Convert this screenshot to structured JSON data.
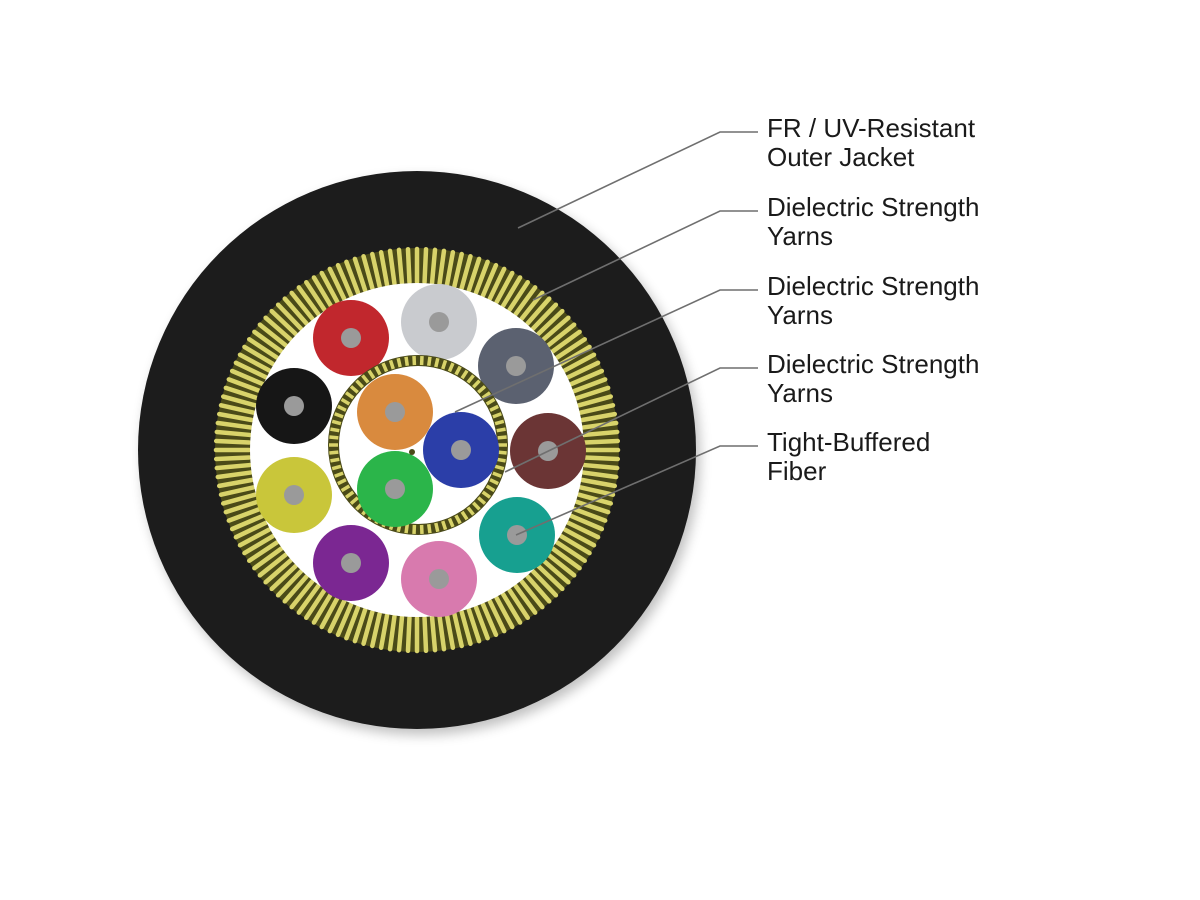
{
  "labels": [
    {
      "id": "outer-jacket",
      "lines": [
        "FR / UV-Resistant",
        "Outer Jacket"
      ]
    },
    {
      "id": "strength-yarns-1",
      "lines": [
        "Dielectric Strength",
        "Yarns"
      ]
    },
    {
      "id": "strength-yarns-2",
      "lines": [
        "Dielectric Strength",
        "Yarns"
      ]
    },
    {
      "id": "strength-yarns-3",
      "lines": [
        "Dielectric Strength",
        "Yarns"
      ]
    },
    {
      "id": "tight-buffered-fiber",
      "lines": [
        "Tight-Buffered",
        "Fiber"
      ]
    }
  ],
  "colors": {
    "jacket": "#1c1c1c",
    "yarn_light": "#d8d36a",
    "yarn_dark": "#4a4a18",
    "core_fill": "#ffffff",
    "fiber_center": "#9a9a9a"
  },
  "outer_fibers": [
    {
      "name": "red",
      "color": "#c1272d"
    },
    {
      "name": "slate",
      "color": "#5b6170"
    },
    {
      "name": "brown",
      "color": "#6b3535"
    },
    {
      "name": "aqua",
      "color": "#17a090"
    },
    {
      "name": "rose",
      "color": "#d87aae"
    },
    {
      "name": "violet",
      "color": "#7b2792"
    },
    {
      "name": "yellow",
      "color": "#c9c63a"
    },
    {
      "name": "black",
      "color": "#161616"
    },
    {
      "name": "white",
      "color": "#c9cbcf"
    }
  ],
  "inner_fibers": [
    {
      "name": "orange",
      "color": "#d98a3e"
    },
    {
      "name": "blue",
      "color": "#2b3ea8"
    },
    {
      "name": "green",
      "color": "#2bb54a"
    }
  ]
}
